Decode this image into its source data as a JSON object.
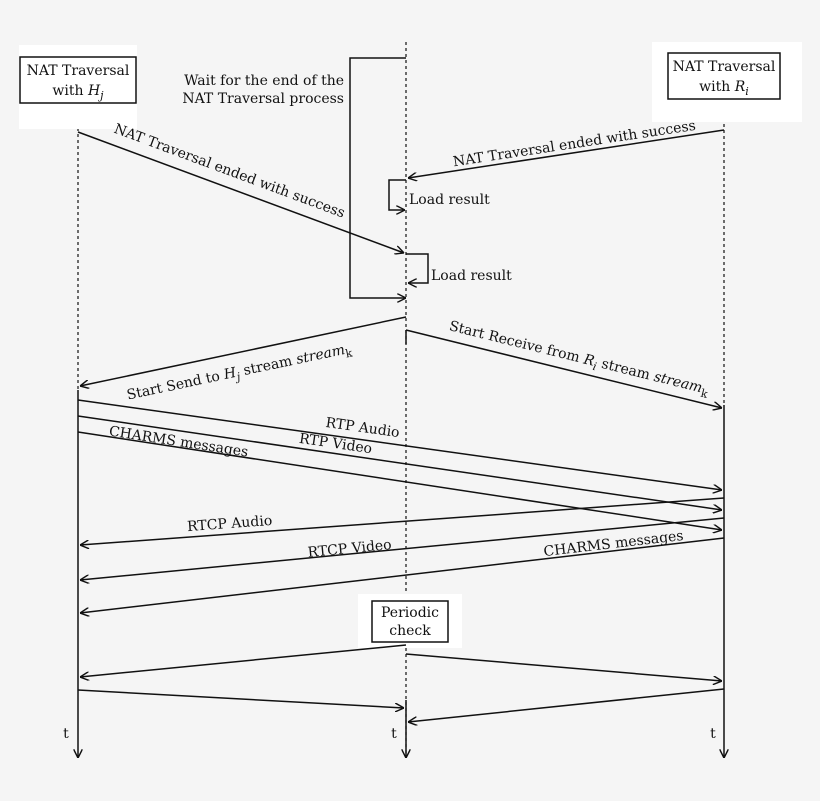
{
  "participants": {
    "left": {
      "label_line1": "NAT Traversal",
      "label_line2_prefix": "with ",
      "label_line2_var": "H",
      "label_line2_sub": "j"
    },
    "right": {
      "label_line1": "NAT Traversal",
      "label_line2_prefix": "with ",
      "label_line2_var": "R",
      "label_line2_sub": "i"
    },
    "periodic": {
      "label_line1": "Periodic",
      "label_line2": "check"
    }
  },
  "wait_note": {
    "line1": "Wait for the end of the",
    "line2": "NAT Traversal process"
  },
  "messages": {
    "nat_success_left": "NAT Traversal ended with success",
    "nat_success_right": "NAT Traversal ended with success",
    "load_result_1": "Load result",
    "load_result_2": "Load result",
    "start_send": {
      "prefix": "Start Send to ",
      "var": "H",
      "sub": "j",
      "middle": " stream ",
      "stream": "stream",
      "stream_sub": "k"
    },
    "start_receive": {
      "prefix": "Start Receive from ",
      "var": "R",
      "sub": "i",
      "middle": " stream ",
      "stream": "stream",
      "stream_sub": "k"
    },
    "rtp_audio": "RTP Audio",
    "rtp_video": "RTP Video",
    "charms_left": "CHARMS messages",
    "rtcp_audio": "RTCP Audio",
    "rtcp_video": "RTCP Video",
    "charms_right": "CHARMS messages"
  },
  "time_labels": {
    "left": "t",
    "middle": "t",
    "right": "t"
  }
}
